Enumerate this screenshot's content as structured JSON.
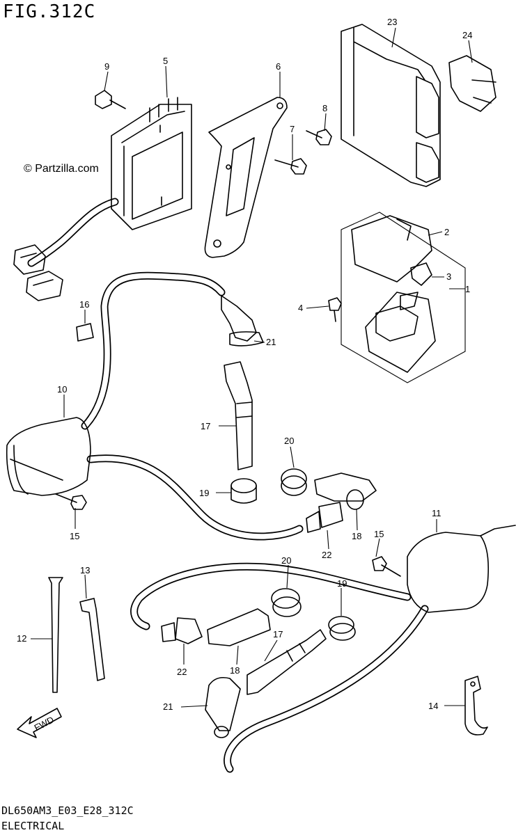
{
  "title": "FIG.312C",
  "watermark": "© Partzilla.com",
  "footer": {
    "model_code": "DL650AM3_E03_E28_312C",
    "section": "ELECTRICAL"
  },
  "fwd_label": "FWD",
  "callouts": [
    "1",
    "2",
    "3",
    "4",
    "5",
    "6",
    "7",
    "8",
    "9",
    "10",
    "11",
    "12",
    "13",
    "14",
    "15",
    "15",
    "16",
    "17",
    "17",
    "18",
    "18",
    "19",
    "19",
    "20",
    "20",
    "21",
    "21",
    "22",
    "22",
    "23",
    "24"
  ]
}
